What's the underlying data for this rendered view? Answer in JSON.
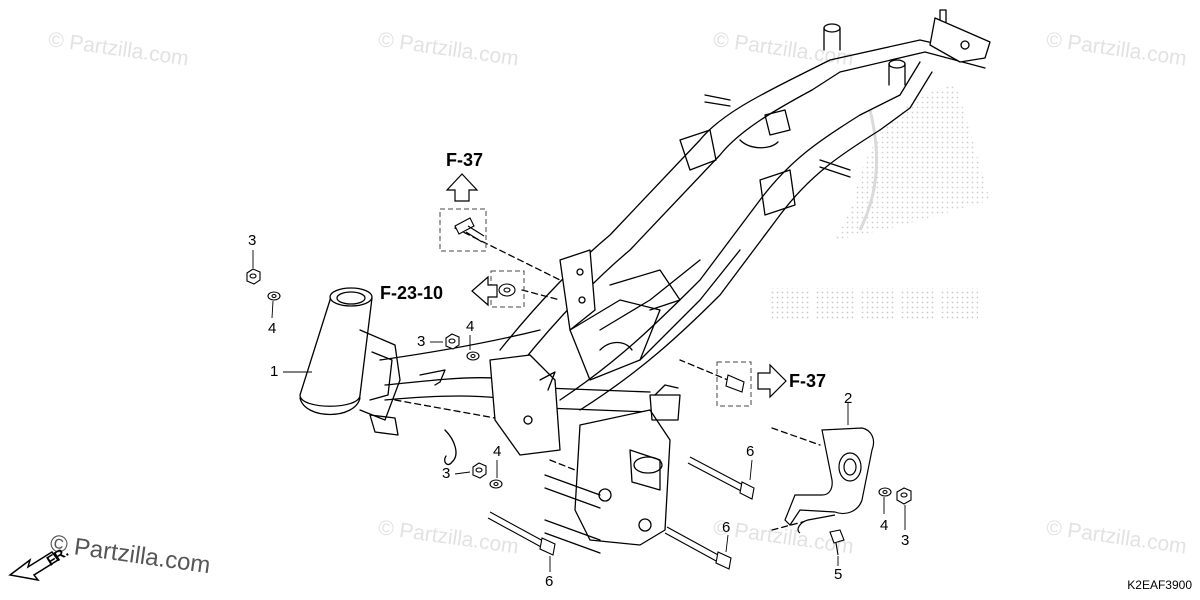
{
  "watermark": "© Partzilla.com",
  "diagram_code": "K2EAF3900",
  "direction_label": "FR.",
  "references": {
    "f37_top": "F-37",
    "f23_10": "F-23-10",
    "f37_right": "F-37"
  },
  "callouts": {
    "c1": "1",
    "c2": "2",
    "c3_top": "3",
    "c4_top": "4",
    "c3_mid": "3",
    "c4_mid": "4",
    "c4_low": "4",
    "c3_low": "3",
    "c6_a": "6",
    "c6_b": "6",
    "c6_c": "6",
    "c4_right": "4",
    "c3_right": "3",
    "c5": "5"
  },
  "colors": {
    "line": "#000000",
    "watermark": "#dcdcdc",
    "honda_dots": "#c8c8c8"
  }
}
